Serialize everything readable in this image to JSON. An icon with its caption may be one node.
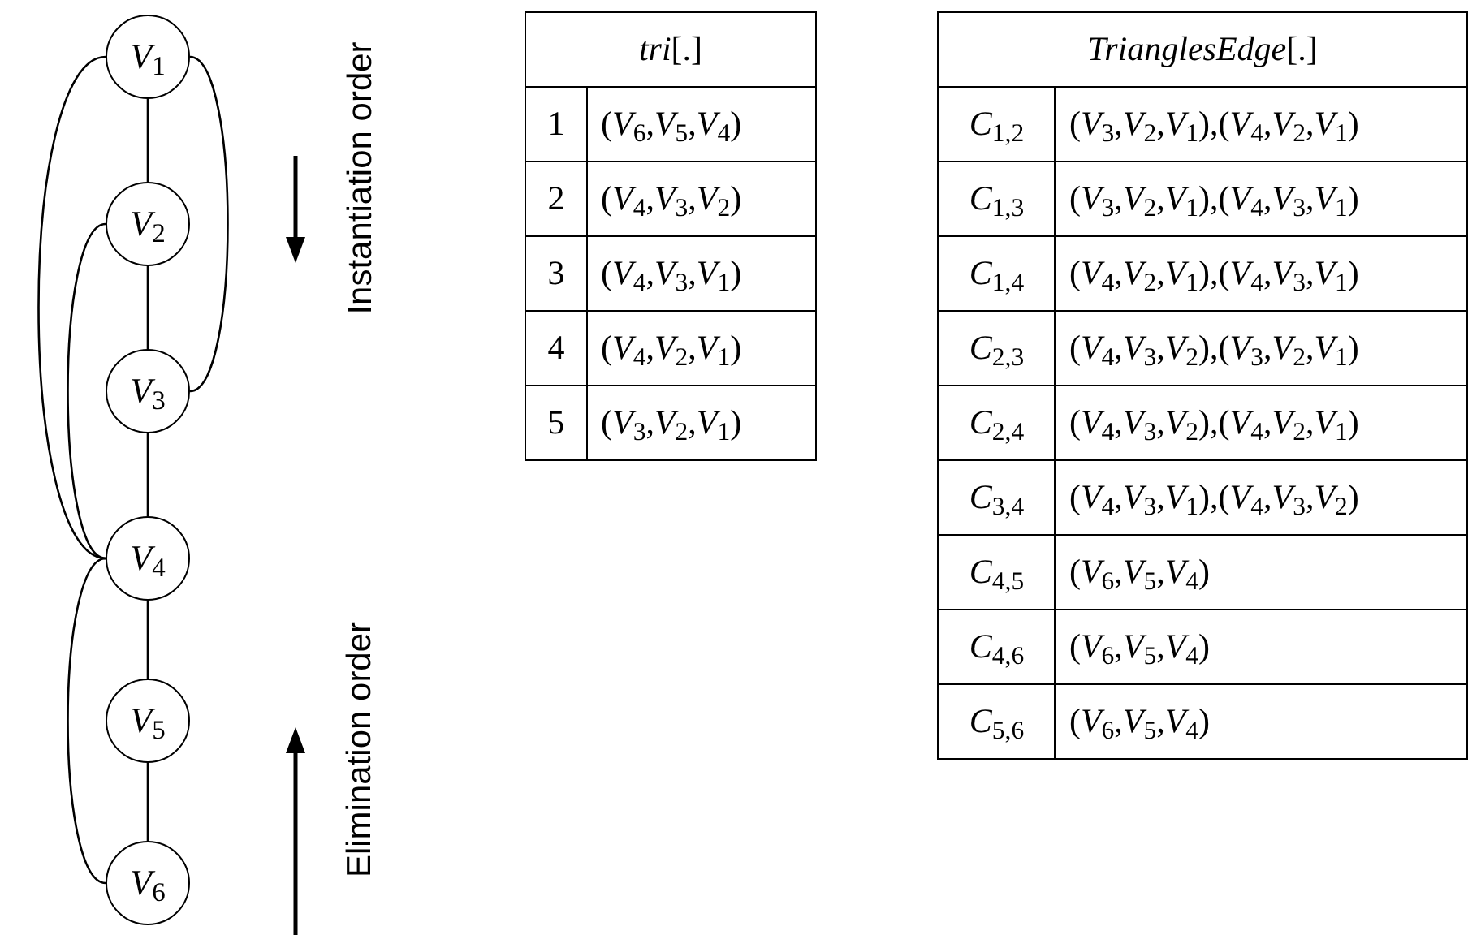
{
  "diagram": {
    "nodes": [
      {
        "text": [
          "*V*$_{1}$"
        ]
      },
      {
        "text": [
          "*V*$_{2}$"
        ]
      },
      {
        "text": [
          "*V*$_{3}$"
        ]
      },
      {
        "text": [
          "*V*$_{4}$"
        ]
      },
      {
        "text": [
          "*V*$_{5}$"
        ]
      },
      {
        "text": [
          "*V*$_{6}$"
        ]
      }
    ],
    "edges": [
      {
        "from": 0,
        "to": 1,
        "arrow": "none"
      },
      {
        "from": 1,
        "to": 2,
        "arrow": "none"
      },
      {
        "from": 2,
        "to": 3,
        "arrow": "none"
      },
      {
        "from": 3,
        "to": 4,
        "arrow": "none"
      },
      {
        "from": 4,
        "to": 5,
        "arrow": "none"
      },
      {
        "from": 0,
        "to": 3,
        "arrow": "none"
      },
      {
        "from": 1,
        "to": 3,
        "arrow": "none"
      },
      {
        "from": 0,
        "to": 2,
        "arrow": "none"
      },
      {
        "from": 3,
        "to": 5,
        "arrow": "none"
      }
    ],
    "labels": [
      "Instantiation order",
      "Elimination order",
      "*tri*[.]",
      "1",
      "(*V*$_{6}$,*V*$_{5}$,*V*$_{4}$)",
      "2",
      "(*V*$_{4}$,*V*$_{3}$,*V*$_{2}$)",
      "3",
      "(*V*$_{4}$,*V*$_{3}$,*V*$_{1}$)",
      "4",
      "(*V*$_{4}$,*V*$_{2}$,*V*$_{1}$)",
      "5",
      "(*V*$_{3}$,*V*$_{2}$,*V*$_{1}$)",
      "*TrianglesEdge*[.]",
      "*C*$_{1,2}$",
      "(*V*$_{3}$,*V*$_{2}$,*V*$_{1}$),(*V*$_{4}$,*V*$_{2}$,*V*$_{1}$)",
      "*C*$_{1,3}$",
      "(*V*$_{3}$,*V*$_{2}$,*V*$_{1}$),(*V*$_{4}$,*V*$_{3}$,*V*$_{1}$)",
      "*C*$_{1,4}$",
      "(*V*$_{4}$,*V*$_{2}$,*V*$_{1}$),(*V*$_{4}$,*V*$_{3}$,*V*$_{1}$)",
      "*C*$_{2,3}$",
      "(*V*$_{4}$,*V*$_{3}$,*V*$_{2}$),(*V*$_{3}$,*V*$_{2}$,*V*$_{1}$)",
      "*C*$_{2,4}$",
      "(*V*$_{4}$,*V*$_{3}$,*V*$_{2}$),(*V*$_{4}$,*V*$_{2}$,*V*$_{1}$)",
      "*C*$_{3,4}$",
      "(*V*$_{4}$,*V*$_{3}$,*V*$_{1}$),(*V*$_{4}$,*V*$_{3}$,*V*$_{2}$)",
      "*C*$_{4,5}$",
      "(*V*$_{6}$,*V*$_{5}$,*V*$_{4}$)",
      "*C*$_{4,6}$",
      "(*V*$_{6}$,*V*$_{5}$,*V*$_{4}$)",
      "*C*$_{5,6}$",
      "(*V*$_{6}$,*V*$_{5}$,*V*$_{4}$)"
    ]
  }
}
